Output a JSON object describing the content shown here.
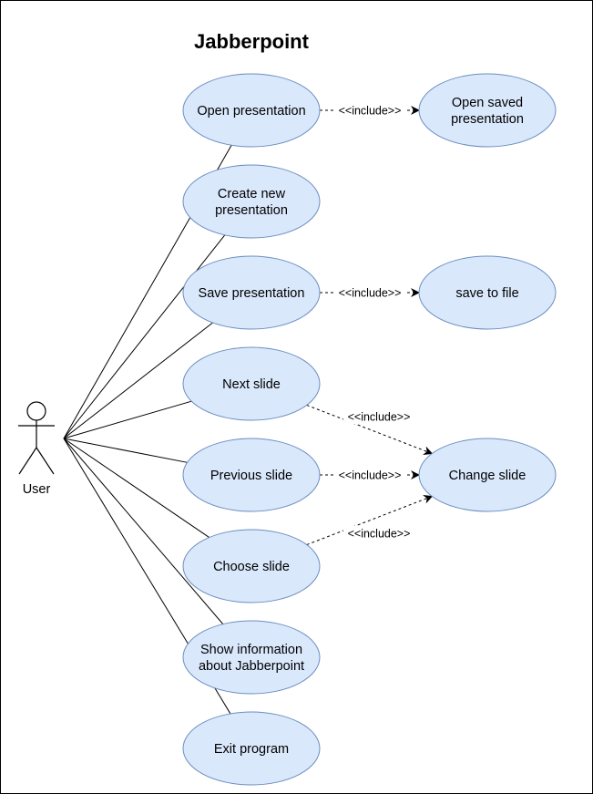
{
  "title": "Jabberpoint",
  "actor": {
    "label": "User"
  },
  "use_cases": [
    {
      "id": "open-presentation",
      "lines": [
        "Open presentation"
      ]
    },
    {
      "id": "create-new-presentation",
      "lines": [
        "Create new",
        "presentation"
      ]
    },
    {
      "id": "save-presentation",
      "lines": [
        "Save presentation"
      ]
    },
    {
      "id": "next-slide",
      "lines": [
        "Next slide"
      ]
    },
    {
      "id": "previous-slide",
      "lines": [
        "Previous slide"
      ]
    },
    {
      "id": "choose-slide",
      "lines": [
        "Choose slide"
      ]
    },
    {
      "id": "show-information",
      "lines": [
        "Show information",
        "about Jabberpoint"
      ]
    },
    {
      "id": "exit-program",
      "lines": [
        "Exit program"
      ]
    },
    {
      "id": "open-saved-presentation",
      "lines": [
        "Open saved",
        "presentation"
      ]
    },
    {
      "id": "save-to-file",
      "lines": [
        "save to file"
      ]
    },
    {
      "id": "change-slide",
      "lines": [
        "Change slide"
      ]
    }
  ],
  "associations": [
    "open-presentation",
    "create-new-presentation",
    "save-presentation",
    "next-slide",
    "previous-slide",
    "choose-slide",
    "show-information",
    "exit-program"
  ],
  "includes": [
    {
      "from": "open-presentation",
      "to": "open-saved-presentation",
      "label": "<<include>>"
    },
    {
      "from": "save-presentation",
      "to": "save-to-file",
      "label": "<<include>>"
    },
    {
      "from": "next-slide",
      "to": "change-slide",
      "label": "<<include>>"
    },
    {
      "from": "previous-slide",
      "to": "change-slide",
      "label": "<<include>>"
    },
    {
      "from": "choose-slide",
      "to": "change-slide",
      "label": "<<include>>"
    }
  ]
}
